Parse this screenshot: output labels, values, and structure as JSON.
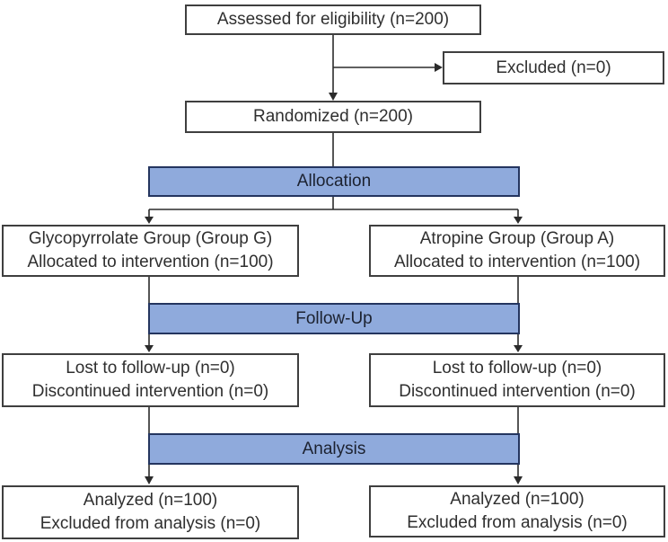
{
  "diagram_type": "consort-flowchart",
  "boxes": {
    "assessed": {
      "line1": "Assessed for eligibility (n=200)"
    },
    "excluded": {
      "line1": "Excluded (n=0)"
    },
    "randomized": {
      "line1": "Randomized (n=200)"
    },
    "group_left": {
      "line1": "Glycopyrrolate Group (Group G)",
      "line2": "Allocated to intervention (n=100)"
    },
    "group_right": {
      "line1": "Atropine Group (Group A)",
      "line2": "Allocated to intervention (n=100)"
    },
    "lost_left": {
      "line1": "Lost to follow-up (n=0)",
      "line2": "Discontinued intervention (n=0)"
    },
    "lost_right": {
      "line1": "Lost to follow-up (n=0)",
      "line2": "Discontinued intervention (n=0)"
    },
    "analyzed_left": {
      "line1": "Analyzed (n=100)",
      "line2": "Excluded from analysis (n=0)"
    },
    "analyzed_right": {
      "line1": "Analyzed (n=100)",
      "line2": "Excluded from analysis (n=0)"
    }
  },
  "bands": {
    "allocation": "Allocation",
    "followup": "Follow-Up",
    "analysis": "Analysis"
  },
  "colors": {
    "band_fill": "#8faadc",
    "band_border": "#24355f",
    "box_border": "#3f3f3f",
    "line_color": "#2b2b2b"
  }
}
